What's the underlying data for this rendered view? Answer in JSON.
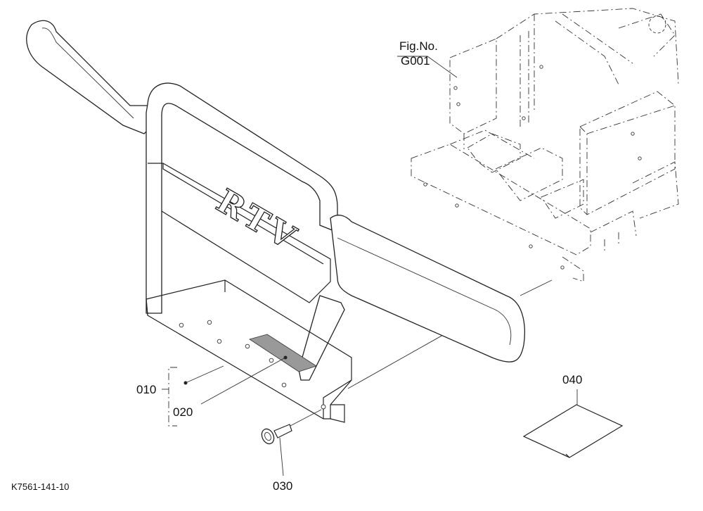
{
  "figure_ref": {
    "line1": "Fig.No.",
    "line2": "G001"
  },
  "logo_text": "RTV",
  "callouts": {
    "assembly": "010",
    "part_020": "020",
    "part_030": "030",
    "part_040": "040"
  },
  "drawing_id": "K7561-141-10"
}
